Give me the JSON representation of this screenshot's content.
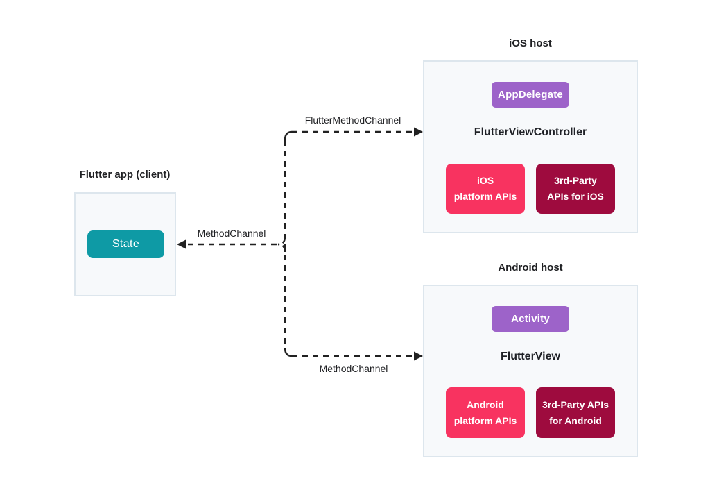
{
  "colors": {
    "purple": "#9d63c9",
    "pink": "#f83360",
    "dark_red": "#9e0b3e",
    "teal": "#0e9aa5",
    "panel_bg": "#f7f9fb",
    "panel_border": "#dde6ed",
    "wire": "#212121",
    "text": "#202124"
  },
  "flutter_app": {
    "title": "Flutter app (client)",
    "state_button": "State"
  },
  "ios_host": {
    "title": "iOS host",
    "badge": "AppDelegate",
    "view_label": "FlutterViewController",
    "platform_api_lines": {
      "0": "iOS",
      "1": "platform APIs"
    },
    "third_party_api_lines": {
      "0": "3rd-Party",
      "1": "APIs for iOS"
    }
  },
  "android_host": {
    "title": "Android host",
    "badge": "Activity",
    "view_label": "FlutterView",
    "platform_api_lines": {
      "0": "Android",
      "1": "platform APIs"
    },
    "third_party_api_lines": {
      "0": "3rd-Party APIs",
      "1": "for Android"
    }
  },
  "channels": {
    "ios_channel_label": "FlutterMethodChannel",
    "state_channel_label": "MethodChannel",
    "android_channel_label": "MethodChannel"
  }
}
